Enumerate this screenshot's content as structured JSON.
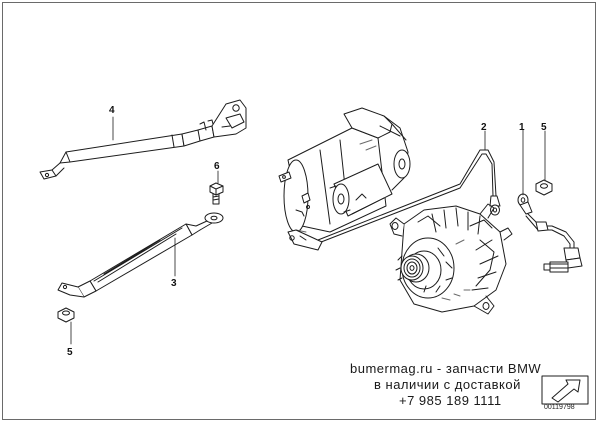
{
  "callouts": {
    "c1": "1",
    "c2": "2",
    "c3": "3",
    "c4": "4",
    "c5_top": "5",
    "c5_bottom": "5",
    "c6": "6"
  },
  "watermark": {
    "line1": "bumermag.ru - запчасти BMW",
    "line2": "в наличии с доставкой",
    "line3": "+7 985 189 1111"
  },
  "document_number": "00119798",
  "colors": {
    "line": "#1c1c1c",
    "frame": "#6a6a6a",
    "shade": "#bdbdbd"
  },
  "icons": {
    "nav_arrow": "navigation-arrow-icon"
  }
}
